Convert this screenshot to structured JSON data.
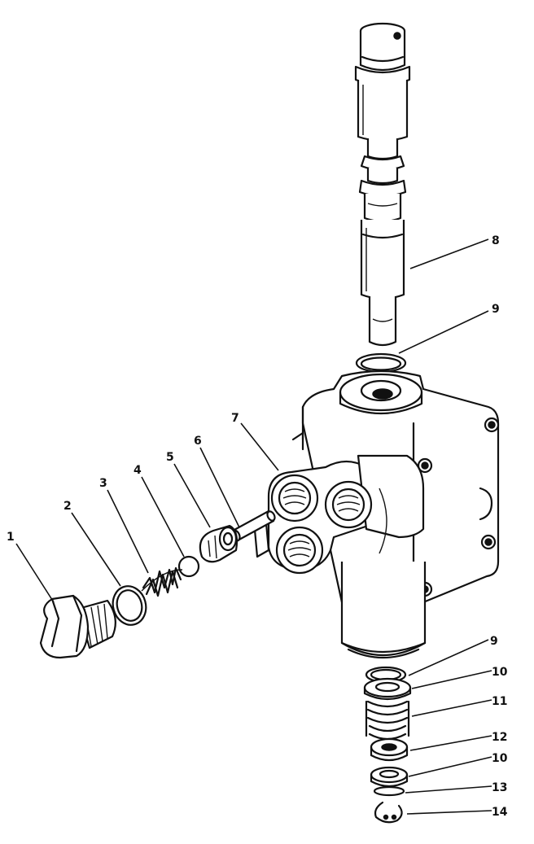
{
  "callouts": [
    {
      "id": "1",
      "text": "1"
    },
    {
      "id": "2",
      "text": "2"
    },
    {
      "id": "3",
      "text": "3"
    },
    {
      "id": "4",
      "text": "4"
    },
    {
      "id": "5",
      "text": "5"
    },
    {
      "id": "6",
      "text": "6"
    },
    {
      "id": "7",
      "text": "7"
    },
    {
      "id": "8",
      "text": "8"
    },
    {
      "id": "9a",
      "text": "9"
    },
    {
      "id": "9b",
      "text": "9"
    },
    {
      "id": "10a",
      "text": "10"
    },
    {
      "id": "11",
      "text": "11"
    },
    {
      "id": "12",
      "text": "12"
    },
    {
      "id": "10b",
      "text": "10"
    },
    {
      "id": "13",
      "text": "13"
    },
    {
      "id": "14",
      "text": "14"
    }
  ]
}
